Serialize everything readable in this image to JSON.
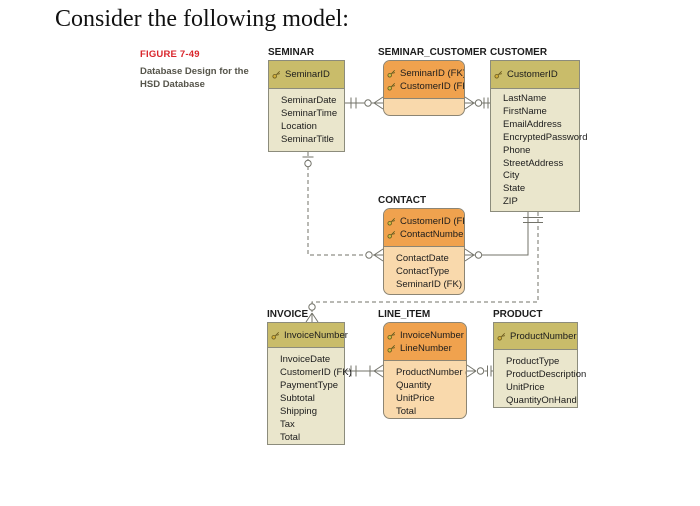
{
  "page": {
    "title": "Consider the following model:"
  },
  "figure": {
    "label": "FIGURE 7-49",
    "caption": "Database Design for the HSD Database"
  },
  "colors": {
    "figure_label": "#d9262c",
    "parent_header": "#c9bc6a",
    "parent_body": "#eae6cc",
    "child_header": "#f0a24e",
    "child_body": "#f9d9ac",
    "box_border": "#8c8c7c",
    "connector": "#73736a",
    "key_icon": "#c8a83a"
  },
  "entities": [
    {
      "name": "SEMINAR",
      "type": "parent",
      "pk": [
        "SeminarID"
      ],
      "attributes": [
        "SeminarDate",
        "SeminarTime",
        "Location",
        "SeminarTitle"
      ]
    },
    {
      "name": "SEMINAR_CUSTOMER",
      "type": "child",
      "pk": [
        "SeminarID (FK)",
        "CustomerID (FK)"
      ],
      "attributes": []
    },
    {
      "name": "CUSTOMER",
      "type": "parent",
      "pk": [
        "CustomerID"
      ],
      "attributes": [
        "LastName",
        "FirstName",
        "EmailAddress",
        "EncryptedPassword",
        "Phone",
        "StreetAddress",
        "City",
        "State",
        "ZIP"
      ]
    },
    {
      "name": "CONTACT",
      "type": "child",
      "pk": [
        "CustomerID (FK)",
        "ContactNumber"
      ],
      "attributes": [
        "ContactDate",
        "ContactType",
        "SeminarID (FK)"
      ]
    },
    {
      "name": "INVOICE",
      "type": "parent",
      "pk": [
        "InvoiceNumber"
      ],
      "attributes": [
        "InvoiceDate",
        "CustomerID (FK)",
        "PaymentType",
        "Subtotal",
        "Shipping",
        "Tax",
        "Total"
      ]
    },
    {
      "name": "LINE_ITEM",
      "type": "child",
      "pk": [
        "InvoiceNumber",
        "LineNumber"
      ],
      "attributes": [
        "ProductNumber (FK)",
        "Quantity",
        "UnitPrice",
        "Total"
      ]
    },
    {
      "name": "PRODUCT",
      "type": "parent",
      "pk": [
        "ProductNumber"
      ],
      "attributes": [
        "ProductType",
        "ProductDescription",
        "UnitPrice",
        "QuantityOnHand"
      ]
    }
  ],
  "relationships": [
    {
      "parent": "SEMINAR",
      "child": "SEMINAR_CUSTOMER",
      "line": "solid",
      "parent_cardinality": "exactly-one",
      "child_cardinality": "zero-or-many"
    },
    {
      "parent": "CUSTOMER",
      "child": "SEMINAR_CUSTOMER",
      "line": "solid",
      "parent_cardinality": "exactly-one",
      "child_cardinality": "zero-or-many"
    },
    {
      "parent": "SEMINAR",
      "child": "CONTACT",
      "line": "dashed",
      "parent_cardinality": "zero-or-one",
      "child_cardinality": "zero-or-many"
    },
    {
      "parent": "CUSTOMER",
      "child": "CONTACT",
      "line": "solid",
      "parent_cardinality": "exactly-one",
      "child_cardinality": "zero-or-many"
    },
    {
      "parent": "CUSTOMER",
      "child": "INVOICE",
      "line": "dashed",
      "parent_cardinality": "exactly-one",
      "child_cardinality": "zero-or-many"
    },
    {
      "parent": "INVOICE",
      "child": "LINE_ITEM",
      "line": "solid",
      "parent_cardinality": "exactly-one",
      "child_cardinality": "one-or-many"
    },
    {
      "parent": "PRODUCT",
      "child": "LINE_ITEM",
      "line": "dashed",
      "parent_cardinality": "exactly-one",
      "child_cardinality": "zero-or-many"
    }
  ]
}
